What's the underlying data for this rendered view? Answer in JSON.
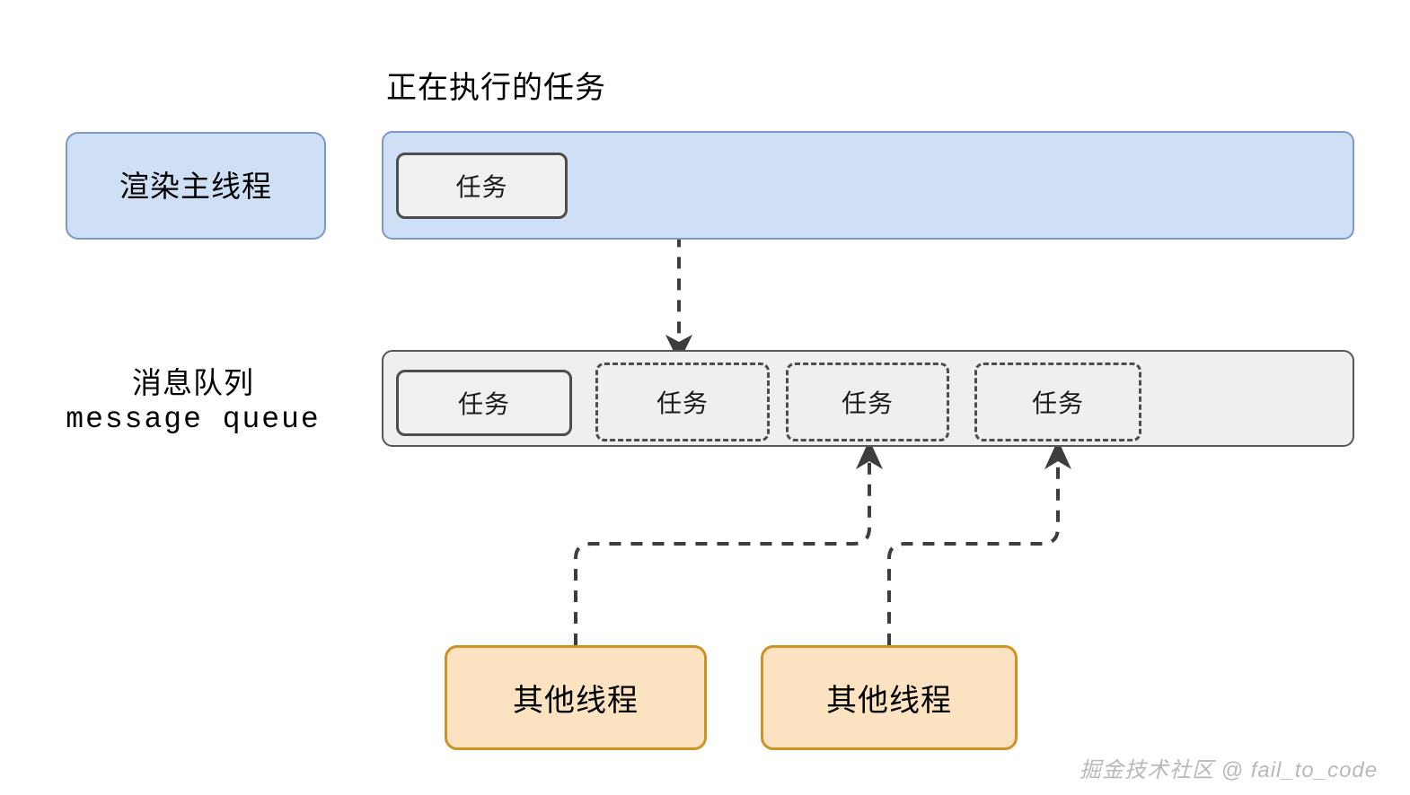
{
  "diagram": {
    "title": "正在执行的任务",
    "main_thread": {
      "label": "渲染主线程"
    },
    "running_bar": {
      "task_label": "任务"
    },
    "message_queue": {
      "label_cn": "消息队列",
      "label_en": "message queue",
      "tasks": [
        {
          "label": "任务",
          "style": "solid"
        },
        {
          "label": "任务",
          "style": "dashed"
        },
        {
          "label": "任务",
          "style": "dashed"
        },
        {
          "label": "任务",
          "style": "dashed"
        }
      ]
    },
    "workers": [
      {
        "label": "其他线程"
      },
      {
        "label": "其他线程"
      }
    ],
    "watermark": "掘金技术社区 @ fail_to_code",
    "colors": {
      "thread_fill": "#cfdff6",
      "thread_border": "#7d97c9",
      "queue_fill": "#efefef",
      "queue_border": "#575757",
      "task_fill": "#f0f0f0",
      "task_border": "#4d4d4d",
      "worker_fill": "#fbe3c1",
      "worker_border": "#cf9224",
      "connector": "#3d3d3d",
      "watermark": "#b9b9b9",
      "background": "#ffffff"
    }
  }
}
